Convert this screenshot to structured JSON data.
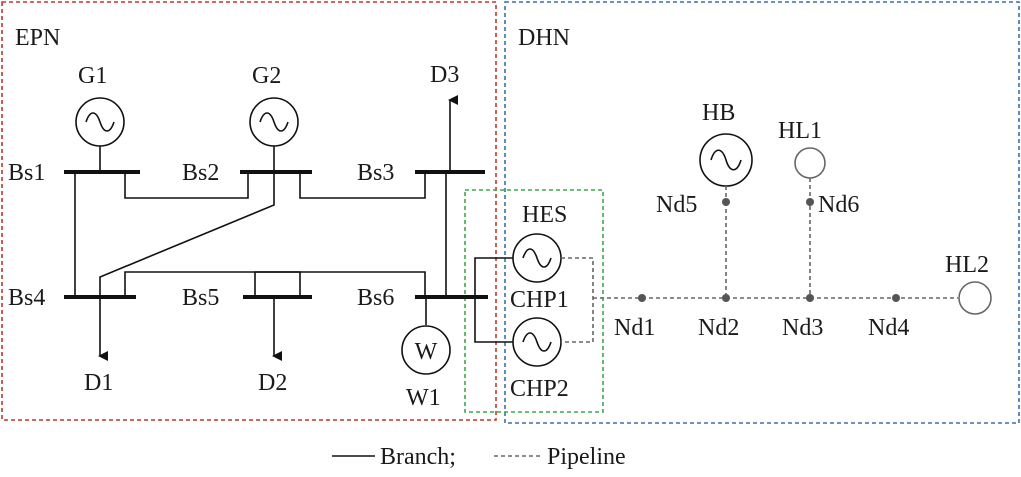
{
  "regions": {
    "epn": {
      "label": "EPN",
      "color": "#c0392b"
    },
    "dhn": {
      "label": "DHN",
      "color": "#3d6fa8"
    },
    "coupling": {
      "color": "#3aaa4a"
    }
  },
  "generators": {
    "g1": "G1",
    "g2": "G2",
    "w1": "W1",
    "w_symbol": "W"
  },
  "buses": {
    "bs1": "Bs1",
    "bs2": "Bs2",
    "bs3": "Bs3",
    "bs4": "Bs4",
    "bs5": "Bs5",
    "bs6": "Bs6"
  },
  "loads": {
    "d1": "D1",
    "d2": "D2",
    "d3": "D3"
  },
  "coupling_units": {
    "hes": "HES",
    "chp1": "CHP1",
    "chp2": "CHP2"
  },
  "heat_sources": {
    "hb": "HB"
  },
  "heat_loads": {
    "hl1": "HL1",
    "hl2": "HL2"
  },
  "nodes": {
    "nd1": "Nd1",
    "nd2": "Nd2",
    "nd3": "Nd3",
    "nd4": "Nd4",
    "nd5": "Nd5",
    "nd6": "Nd6"
  },
  "legend": {
    "branch": "Branch;",
    "pipeline": "Pipeline"
  }
}
